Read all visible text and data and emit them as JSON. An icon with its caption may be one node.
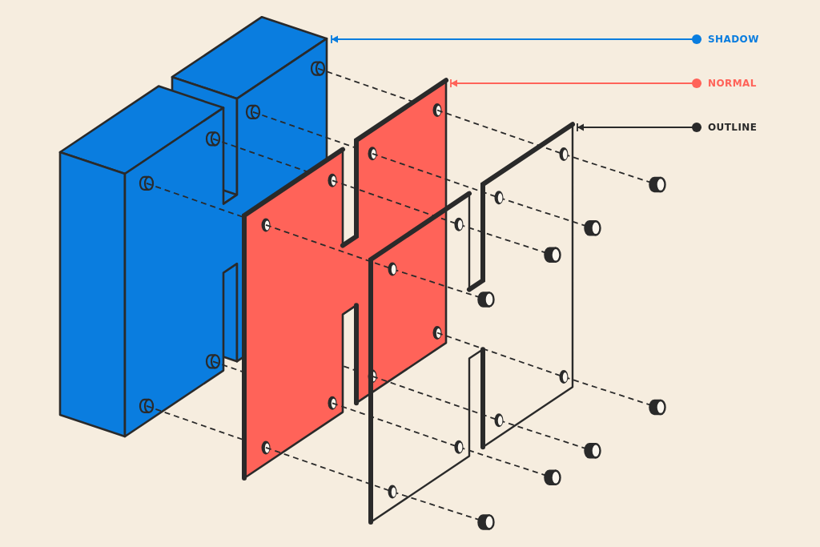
{
  "diagram": {
    "nodes": [
      {
        "text": [
          "SHADOW"
        ]
      },
      {
        "text": [
          "NORMAL"
        ]
      },
      {
        "text": [
          "OUTLINE"
        ]
      },
      {
        "text": [],
        "shape": "picture"
      },
      {
        "text": [],
        "shape": "picture"
      },
      {
        "text": [],
        "shape": "picture"
      }
    ],
    "edges": [
      {
        "from": 0,
        "to": 3,
        "arrow": "to",
        "color": "#0a7ddf"
      },
      {
        "from": 1,
        "to": 4,
        "arrow": "to",
        "color": "#ff6359"
      },
      {
        "from": 2,
        "to": 5,
        "arrow": "to",
        "color": "#2a2a2a"
      }
    ]
  }
}
